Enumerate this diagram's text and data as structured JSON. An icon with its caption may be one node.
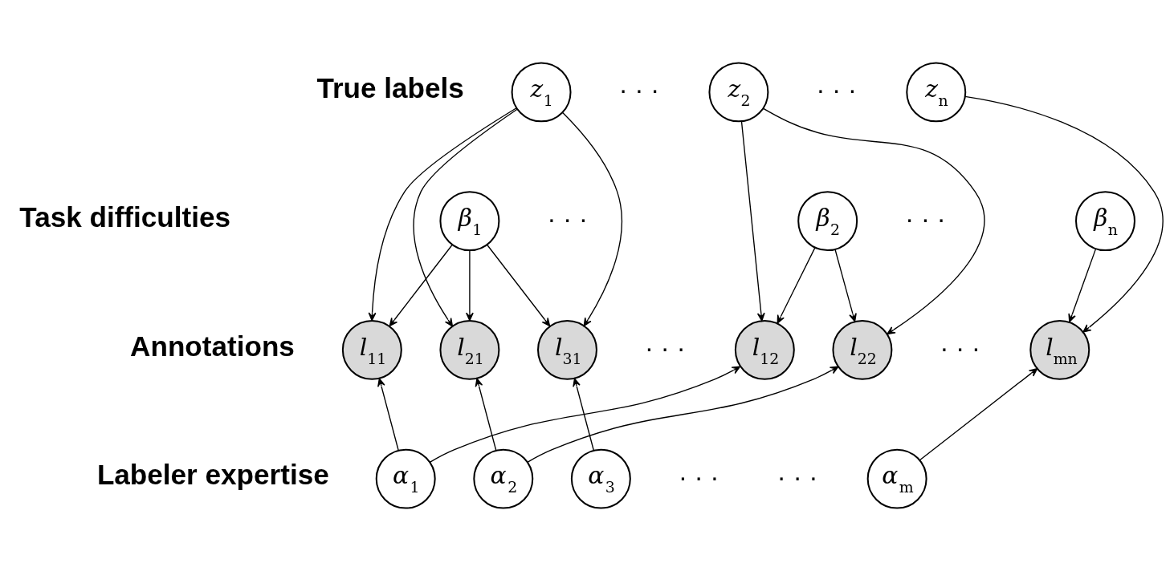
{
  "diagram": {
    "nodes": [
      {
        "text": [
          "z$_{1}$"
        ]
      },
      {
        "text": [
          "z$_{2}$"
        ]
      },
      {
        "text": [
          "z$_{n}$"
        ]
      },
      {
        "text": [
          "β$_{1}$"
        ]
      },
      {
        "text": [
          "β$_{2}$"
        ]
      },
      {
        "text": [
          "β$_{n}$"
        ]
      },
      {
        "text": [
          "l$_{11}$"
        ]
      },
      {
        "text": [
          "l$_{21}$"
        ]
      },
      {
        "text": [
          "l$_{31}$"
        ]
      },
      {
        "text": [
          "l$_{12}$"
        ]
      },
      {
        "text": [
          "l$_{22}$"
        ]
      },
      {
        "text": [
          "l$_{mn}$"
        ]
      },
      {
        "text": [
          "α$_{1}$"
        ]
      },
      {
        "text": [
          "α$_{2}$"
        ]
      },
      {
        "text": [
          "α$_{3}$"
        ]
      },
      {
        "text": [
          "α$_{m}$"
        ]
      }
    ],
    "edges": [
      {
        "from": 0,
        "to": 6,
        "arrow": "to"
      },
      {
        "from": 0,
        "to": 7,
        "arrow": "to"
      },
      {
        "from": 0,
        "to": 8,
        "arrow": "to"
      },
      {
        "from": 3,
        "to": 6,
        "arrow": "to"
      },
      {
        "from": 3,
        "to": 7,
        "arrow": "to"
      },
      {
        "from": 3,
        "to": 8,
        "arrow": "to"
      },
      {
        "from": 1,
        "to": 9,
        "arrow": "to"
      },
      {
        "from": 1,
        "to": 10,
        "arrow": "to"
      },
      {
        "from": 4,
        "to": 9,
        "arrow": "to"
      },
      {
        "from": 4,
        "to": 10,
        "arrow": "to"
      },
      {
        "from": 2,
        "to": 11,
        "arrow": "to"
      },
      {
        "from": 5,
        "to": 11,
        "arrow": "to"
      },
      {
        "from": 12,
        "to": 6,
        "arrow": "to"
      },
      {
        "from": 12,
        "to": 9,
        "arrow": "to"
      },
      {
        "from": 13,
        "to": 7,
        "arrow": "to"
      },
      {
        "from": 13,
        "to": 10,
        "arrow": "to"
      },
      {
        "from": 14,
        "to": 8,
        "arrow": "to"
      },
      {
        "from": 15,
        "to": 11,
        "arrow": "to"
      }
    ],
    "labels": [
      "True labels",
      "· · ·",
      "· · ·",
      "Task difficulties",
      "· · ·",
      "· · ·",
      "Annotations",
      "· · ·",
      "· · ·",
      "Labeler expertise",
      "· · ·",
      "· · ·"
    ]
  }
}
